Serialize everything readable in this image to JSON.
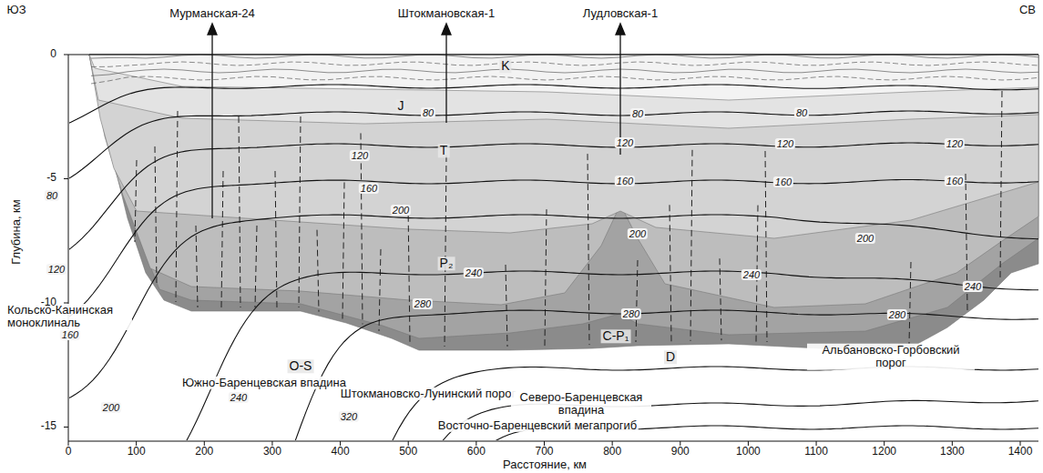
{
  "diagram": {
    "labels": [
      "ЮЗ",
      "СВ",
      "Мурманская-24",
      "Штокмановская-1",
      "Лудловская-1",
      "K",
      "J",
      "T",
      "P₂",
      "C-P₁",
      "D",
      "O-S",
      "80",
      "120",
      "160",
      "200",
      "240",
      "320",
      "80",
      "80",
      "80",
      "120",
      "120",
      "120",
      "120",
      "160",
      "160",
      "160",
      "160",
      "200",
      "200",
      "200",
      "240",
      "240",
      "240",
      "280",
      "280",
      "280",
      "Кольско-Канинская моноклиналь",
      "Южно-Баренцевская впадина",
      "Штокмановско-Лунинский порог",
      "Северо-Баренцевская впадина",
      "Альбановско-Горбовский порог",
      "Восточно-Баренцевский мегапрогиб",
      "Глубина, км",
      "0",
      "-5",
      "-10",
      "-15",
      "0",
      "100",
      "200",
      "300",
      "400",
      "500",
      "600",
      "700",
      "800",
      "900",
      "1000",
      "1100",
      "1200",
      "1300",
      "1400",
      "Расстояние, км"
    ]
  }
}
